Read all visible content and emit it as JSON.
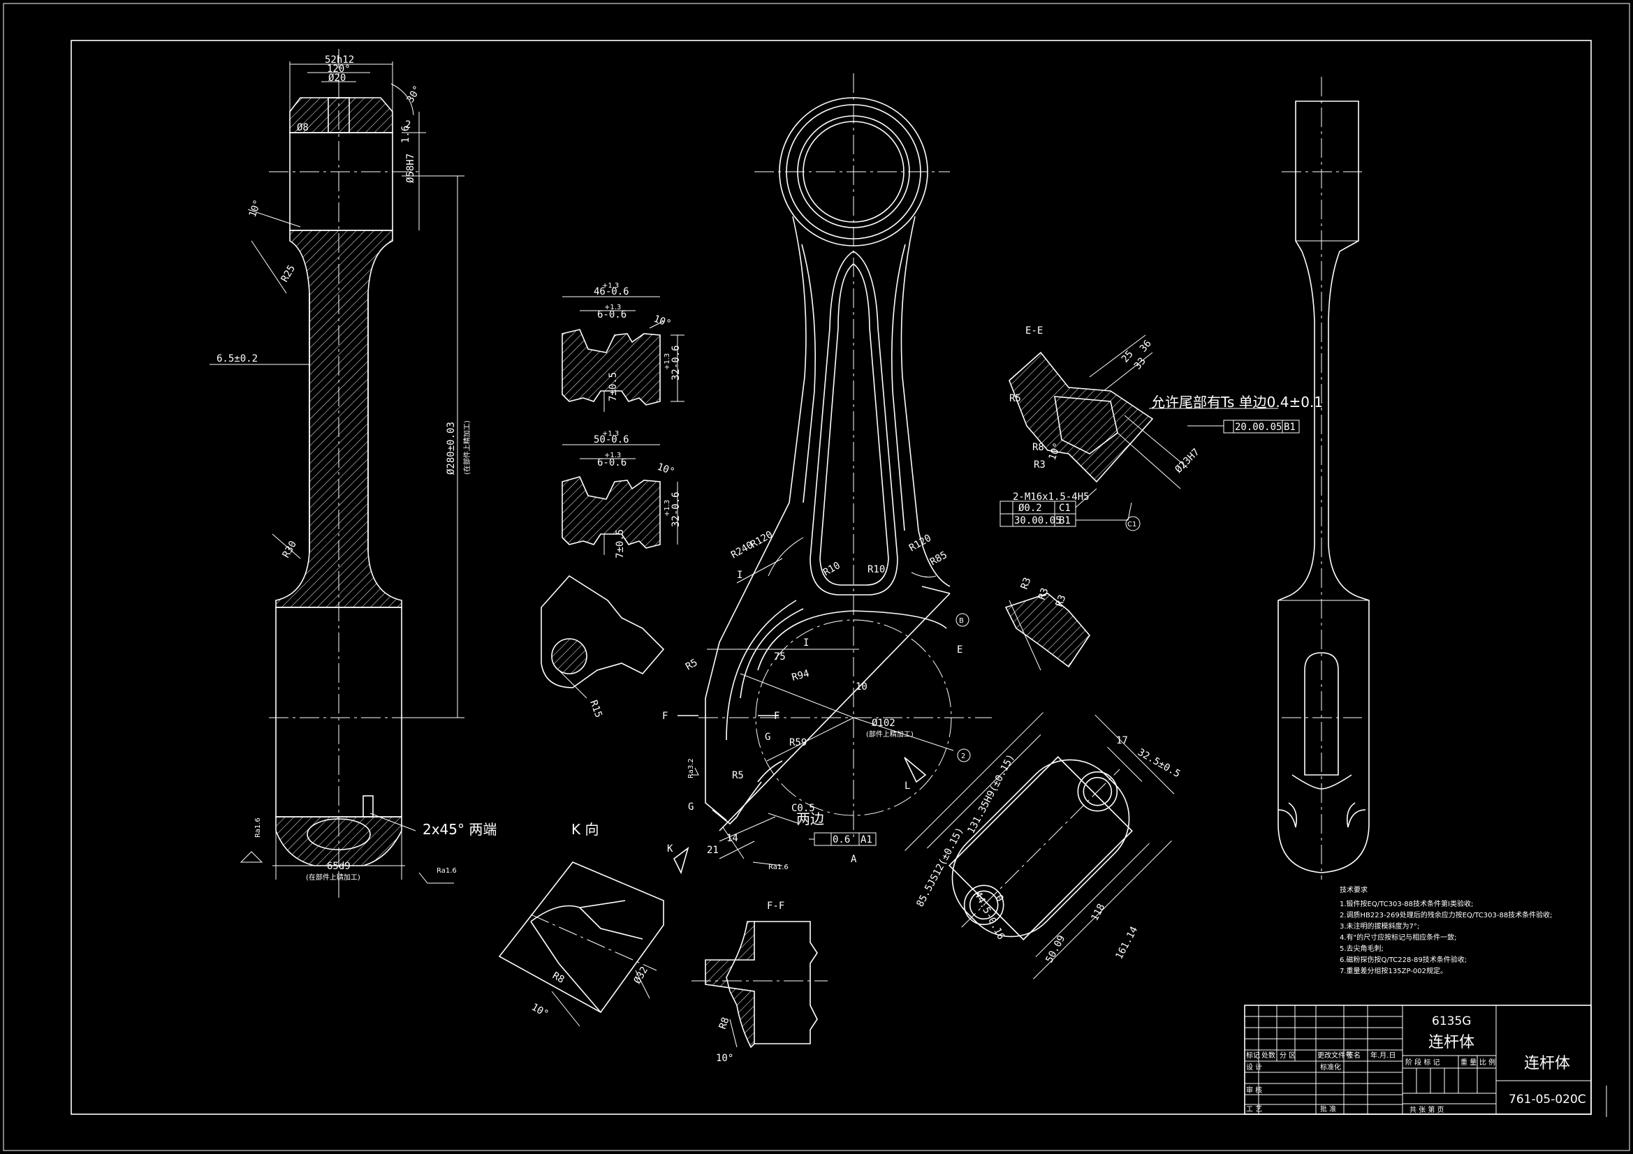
{
  "drawing": {
    "part_name": "连杆体",
    "model": "6135G",
    "model_part": "连杆体",
    "drawing_no": "761-05-020C"
  },
  "views": {
    "section_ee": "E-E",
    "section_ff": "F-F",
    "view_k": "K 向",
    "ref_a": "A",
    "ref_e": "E",
    "ref_f_left": "F",
    "ref_f_right": "F",
    "ref_g_lower": "G",
    "ref_g_upper": "G",
    "ref_k": "K",
    "ref_l": "L",
    "ref_i_outer": "I",
    "ref_i_inner": "I"
  },
  "dimensions": {
    "top_width": "52h12",
    "top_angle": "120°",
    "oil_hole": "Ø20",
    "small_hole": "Ø8",
    "chamfer_30": "30°",
    "bore_small": "Ø58H7",
    "val_16": "1.6",
    "val_2": "2",
    "angle_10": "10°",
    "r25": "R25",
    "offset": "6.5±0.2",
    "center_dist": "Ø280±0.03",
    "center_dist_note": "(在部件上精加工)",
    "r30": "R30",
    "chamfer_note": "2x45° 两端",
    "bottom_width": "65d9",
    "bottom_note": "(在部件上精加工)",
    "ra16_a": "Ra1.6",
    "ra16_b": "Ra1.6",
    "ra16_c": "Ra1.6",
    "ra32": "Ra3.2",
    "r120_a": "R120",
    "r120_b": "R120",
    "r240": "R240",
    "r10_a": "R10",
    "r10_b": "R10",
    "r85": "R85",
    "r5": "R5",
    "dim_75": "75",
    "r94": "R94",
    "dim_10": "10",
    "big_bore": "Ø102",
    "big_bore_note": "(部件上精加工)",
    "r59": "R59",
    "r5b": "R5",
    "c05": "C0.5",
    "two_sides": "两边",
    "dim_14": "14",
    "dim_21": "21",
    "tol_06": "0.6",
    "tol_a1": "A1",
    "sec1_w": "46-0.6",
    "sec1_w_tol": "+1.3",
    "sec1_inner": "6-0.6",
    "sec1_inner_tol": "+1.3",
    "sec1_h": "32-0.6",
    "sec1_h_tol": "+1.3",
    "sec1_web": "7±0.5",
    "sec2_w": "50-0.6",
    "sec2_w_tol": "+1.3",
    "sec2_inner": "6-0.6",
    "sec2_inner_tol": "+1.3",
    "sec2_h": "32-0.6",
    "sec2_h_tol": "+1.3",
    "sec2_web": "7±0.5",
    "r15": "R15",
    "ee_36": "36",
    "ee_33": "33",
    "ee_25": "25",
    "ee_note": "允许尾部有Ts 单边0.4±0.1",
    "ee_bore": "Ø23H7",
    "ee_r5": "R5",
    "ee_r8": "R8",
    "ee_r3": "R3",
    "ee_10": "10°",
    "ee_thread": "2-M16x1.5-4H5",
    "tol_002": "Ø0.2",
    "tol_c1": "C1",
    "tol_03005": "30.00.05",
    "tol_b1": "B1",
    "tol_20005": "20.00.05",
    "tol_b1b": "B1",
    "circ_c1": "C1",
    "circ_b": "B",
    "circ_2": "2",
    "r3_a": "R3",
    "r3_b": "R3",
    "r3_c": "R3",
    "d_17": "17",
    "d_325": "32.5±0.5",
    "d_131": "131.35H9(±0.15)",
    "d_855": "85.5JS12(±0.15)",
    "d_445": "44.5-0.16",
    "d_118": "118",
    "d_16114": "161.14",
    "d_5010": "50.09",
    "d_0": "0",
    "k_r8": "R8",
    "k_32": "Ø32",
    "k_10": "10°",
    "ff_r8": "R8",
    "ff_10": "10°"
  },
  "tech_requirements": {
    "title": "技术要求",
    "items": [
      "1.锻件按EQ/TC303-88技术条件第I类验收;",
      "2.调质HB223-269处理后的残余应力按EQ/TC303-88技术条件验收;",
      "3.未注明的拔模斜度为7°;",
      "4.有\"的尺寸应按标记与相应条件一致;",
      "5.去尖角毛刺;",
      "6.磁粉探伤按Q/TC228-89技术条件验收;",
      "7.重量差分组按135ZP-002规定。"
    ]
  },
  "title_block": {
    "h_mark": "标记",
    "h_count": "处数",
    "h_zone": "分 区",
    "h_doc": "更改文件号",
    "h_sign": "签名",
    "h_date": "年.月.日",
    "r_design": "设 计",
    "r_std": "标准化",
    "r_review": "审 核",
    "r_process": "工 艺",
    "r_approve": "批 准",
    "h_stage": "阶 段 标 记",
    "h_weight": "重 量",
    "h_scale": "比 例",
    "h_sheets": "共   张   第   页"
  }
}
